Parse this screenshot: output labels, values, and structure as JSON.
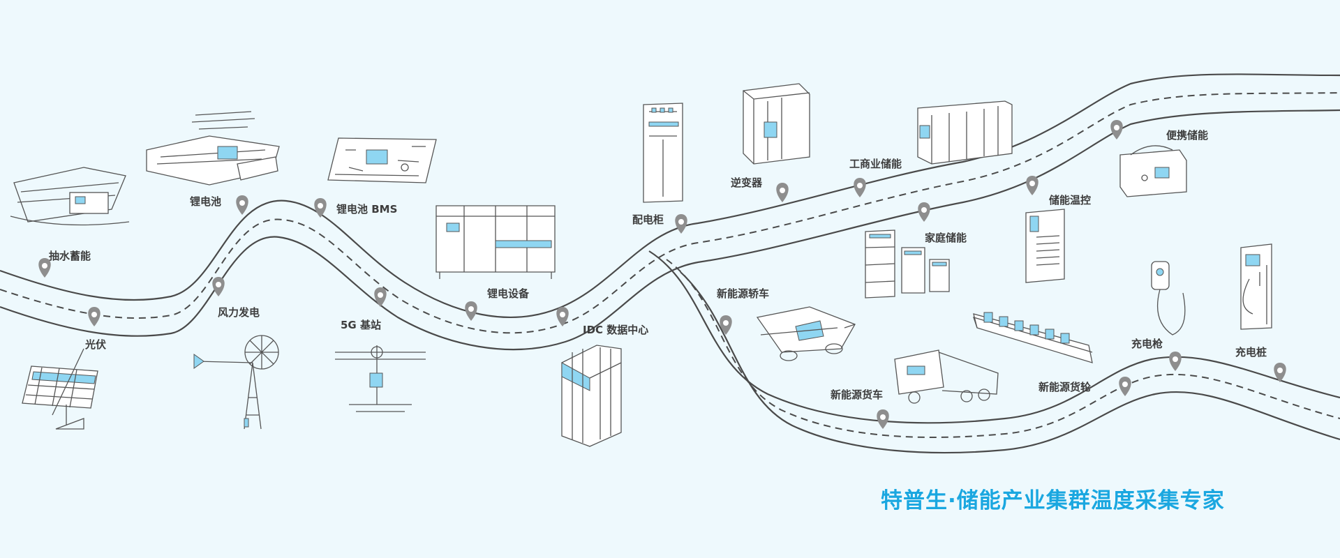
{
  "tagline": "特普生·储能产业集群温度采集专家",
  "colors": {
    "background": "#eef9fd",
    "accent": "#1aa7e0",
    "road": "#4a4a4a",
    "pin": "#8e8e8e",
    "highlight": "#8fd6f2"
  },
  "stops": [
    {
      "id": "pumped-hydro",
      "label": "抽水蓄能"
    },
    {
      "id": "solar-pv",
      "label": "光伏"
    },
    {
      "id": "lithium-battery",
      "label": "锂电池"
    },
    {
      "id": "wind-power",
      "label": "风力发电"
    },
    {
      "id": "lithium-bms",
      "label": "锂电池 BMS"
    },
    {
      "id": "5g-base-station",
      "label": "5G 基站"
    },
    {
      "id": "lithium-equipment",
      "label": "锂电设备"
    },
    {
      "id": "idc-data-center",
      "label": "IDC 数据中心"
    },
    {
      "id": "distribution-cabinet",
      "label": "配电柜"
    },
    {
      "id": "inverter",
      "label": "逆变器"
    },
    {
      "id": "commercial-storage",
      "label": "工商业储能"
    },
    {
      "id": "home-storage",
      "label": "家庭储能"
    },
    {
      "id": "storage-thermal-control",
      "label": "储能温控"
    },
    {
      "id": "portable-storage",
      "label": "便携储能"
    },
    {
      "id": "ev-car",
      "label": "新能源轿车"
    },
    {
      "id": "ev-truck",
      "label": "新能源货车"
    },
    {
      "id": "ev-ship",
      "label": "新能源货轮"
    },
    {
      "id": "charging-gun",
      "label": "充电枪"
    },
    {
      "id": "charging-pile",
      "label": "充电桩"
    }
  ]
}
